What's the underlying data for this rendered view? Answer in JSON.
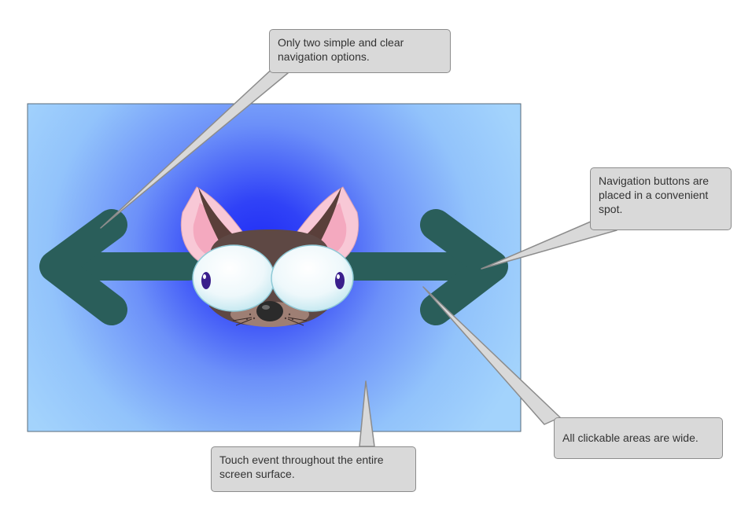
{
  "callouts": {
    "options": "Only two simple and clear navigation options.",
    "placed": "Navigation buttons are placed in a convenient spot.",
    "wide": "All clickable areas are wide.",
    "touch": "Touch event throughout the entire screen surface."
  },
  "screen": {
    "gradient_center_color": "#1f2bf5",
    "gradient_edge_color": "#9dd0fb",
    "arrow_color": "#2a5e5a",
    "border_color": "#5a6b7a"
  },
  "icons": {
    "left": "arrow-left-icon",
    "right": "arrow-right-icon",
    "mascot": "cat-mascot"
  }
}
